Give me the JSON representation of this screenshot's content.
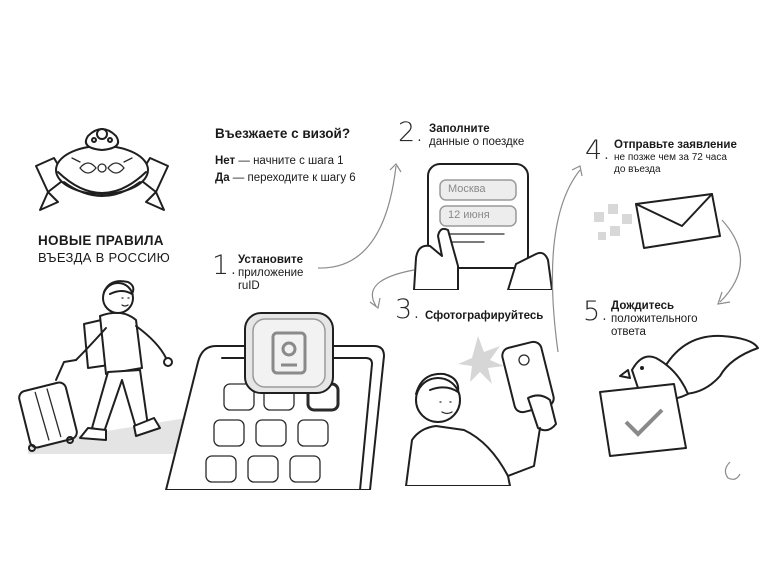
{
  "visa_question": {
    "title": "Въезжаете с визой?",
    "no_label": "Нет",
    "no_text": " — начните с шага 1",
    "yes_label": "Да",
    "yes_text": " — переходите к шагу 6"
  },
  "headline": {
    "line1": "НОВЫЕ ПРАВИЛА",
    "line2": "ВЪЕЗДА В РОССИЮ"
  },
  "steps": [
    {
      "number": "1.",
      "title": "Установите",
      "subtitle1": "приложение",
      "subtitle2": "ruID"
    },
    {
      "number": "2.",
      "title": "Заполните",
      "subtitle1": "данные о поездке"
    },
    {
      "number": "3.",
      "title": "Сфотографируйтесь"
    },
    {
      "number": "4.",
      "title": "Отправьте заявление",
      "subtitle1": "не позже чем за 72 часа",
      "subtitle2": "до въезда"
    },
    {
      "number": "5.",
      "title": "Дождитесь",
      "subtitle1": "положительного",
      "subtitle2": "ответа"
    }
  ],
  "phone_form": {
    "field1": "Москва",
    "field2": "12 июня"
  },
  "icons": [
    "bread-salt-icon",
    "traveler-icon",
    "app-icon",
    "phone-form-icon",
    "selfie-icon",
    "envelope-icon",
    "dove-icon"
  ]
}
